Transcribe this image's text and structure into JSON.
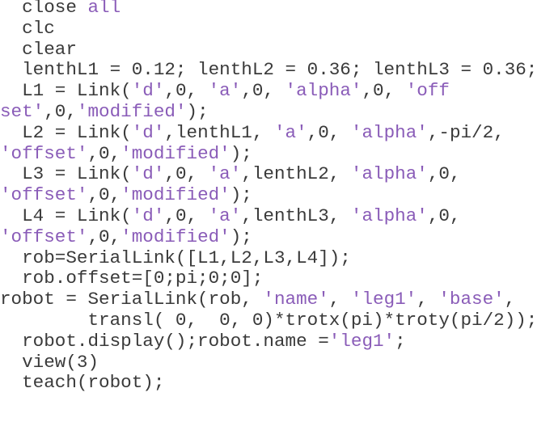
{
  "editor": {
    "language": "MATLAB",
    "colors": {
      "text": "#3a3a3a",
      "string": "#8a5cb8",
      "background": "#ffffff"
    },
    "lines": [
      [
        {
          "t": "  close ",
          "s": 0
        },
        {
          "t": "all",
          "s": 1
        }
      ],
      [
        {
          "t": "  clc",
          "s": 0
        }
      ],
      [
        {
          "t": "  clear",
          "s": 0
        }
      ],
      [
        {
          "t": "  lenthL1 = 0.12; lenthL2 = 0.36; lenthL3 = 0.36;",
          "s": 0
        }
      ],
      [
        {
          "t": "  L1 = Link(",
          "s": 0
        },
        {
          "t": "'d'",
          "s": 1
        },
        {
          "t": ",0, ",
          "s": 0
        },
        {
          "t": "'a'",
          "s": 1
        },
        {
          "t": ",0, ",
          "s": 0
        },
        {
          "t": "'alpha'",
          "s": 1
        },
        {
          "t": ",0, ",
          "s": 0
        },
        {
          "t": "'off",
          "s": 1
        }
      ],
      [
        {
          "t": "set'",
          "s": 1
        },
        {
          "t": ",0,",
          "s": 0
        },
        {
          "t": "'modified'",
          "s": 1
        },
        {
          "t": ");",
          "s": 0
        }
      ],
      [
        {
          "t": "  L2 = Link(",
          "s": 0
        },
        {
          "t": "'d'",
          "s": 1
        },
        {
          "t": ",lenthL1, ",
          "s": 0
        },
        {
          "t": "'a'",
          "s": 1
        },
        {
          "t": ",0, ",
          "s": 0
        },
        {
          "t": "'alpha'",
          "s": 1
        },
        {
          "t": ",-pi/2,",
          "s": 0
        }
      ],
      [
        {
          "t": "'offset'",
          "s": 1
        },
        {
          "t": ",0,",
          "s": 0
        },
        {
          "t": "'modified'",
          "s": 1
        },
        {
          "t": ");",
          "s": 0
        }
      ],
      [
        {
          "t": "  L3 = Link(",
          "s": 0
        },
        {
          "t": "'d'",
          "s": 1
        },
        {
          "t": ",0, ",
          "s": 0
        },
        {
          "t": "'a'",
          "s": 1
        },
        {
          "t": ",lenthL2, ",
          "s": 0
        },
        {
          "t": "'alpha'",
          "s": 1
        },
        {
          "t": ",0,",
          "s": 0
        }
      ],
      [
        {
          "t": "'offset'",
          "s": 1
        },
        {
          "t": ",0,",
          "s": 0
        },
        {
          "t": "'modified'",
          "s": 1
        },
        {
          "t": ");",
          "s": 0
        }
      ],
      [
        {
          "t": "  L4 = Link(",
          "s": 0
        },
        {
          "t": "'d'",
          "s": 1
        },
        {
          "t": ",0, ",
          "s": 0
        },
        {
          "t": "'a'",
          "s": 1
        },
        {
          "t": ",lenthL3, ",
          "s": 0
        },
        {
          "t": "'alpha'",
          "s": 1
        },
        {
          "t": ",0,",
          "s": 0
        }
      ],
      [
        {
          "t": "'offset'",
          "s": 1
        },
        {
          "t": ",0,",
          "s": 0
        },
        {
          "t": "'modified'",
          "s": 1
        },
        {
          "t": ");",
          "s": 0
        }
      ],
      [
        {
          "t": "  rob=SerialLink([L1,L2,L3,L4]);",
          "s": 0
        }
      ],
      [
        {
          "t": "  rob.offset=[0;pi;0;0];",
          "s": 0
        }
      ],
      [
        {
          "t": "robot = SerialLink(rob, ",
          "s": 0
        },
        {
          "t": "'name'",
          "s": 1
        },
        {
          "t": ", ",
          "s": 0
        },
        {
          "t": "'leg1'",
          "s": 1
        },
        {
          "t": ", ",
          "s": 0
        },
        {
          "t": "'base'",
          "s": 1
        },
        {
          "t": ",",
          "s": 0
        }
      ],
      [
        {
          "t": "        transl( 0,  0, 0)*trotx(pi)*troty(pi/2));",
          "s": 0
        }
      ],
      [
        {
          "t": "  robot.display();robot.name =",
          "s": 0
        },
        {
          "t": "'leg1'",
          "s": 1
        },
        {
          "t": ";",
          "s": 0
        }
      ],
      [
        {
          "t": "  view(3)",
          "s": 0
        }
      ],
      [
        {
          "t": "  teach(robot);",
          "s": 0
        }
      ]
    ]
  }
}
